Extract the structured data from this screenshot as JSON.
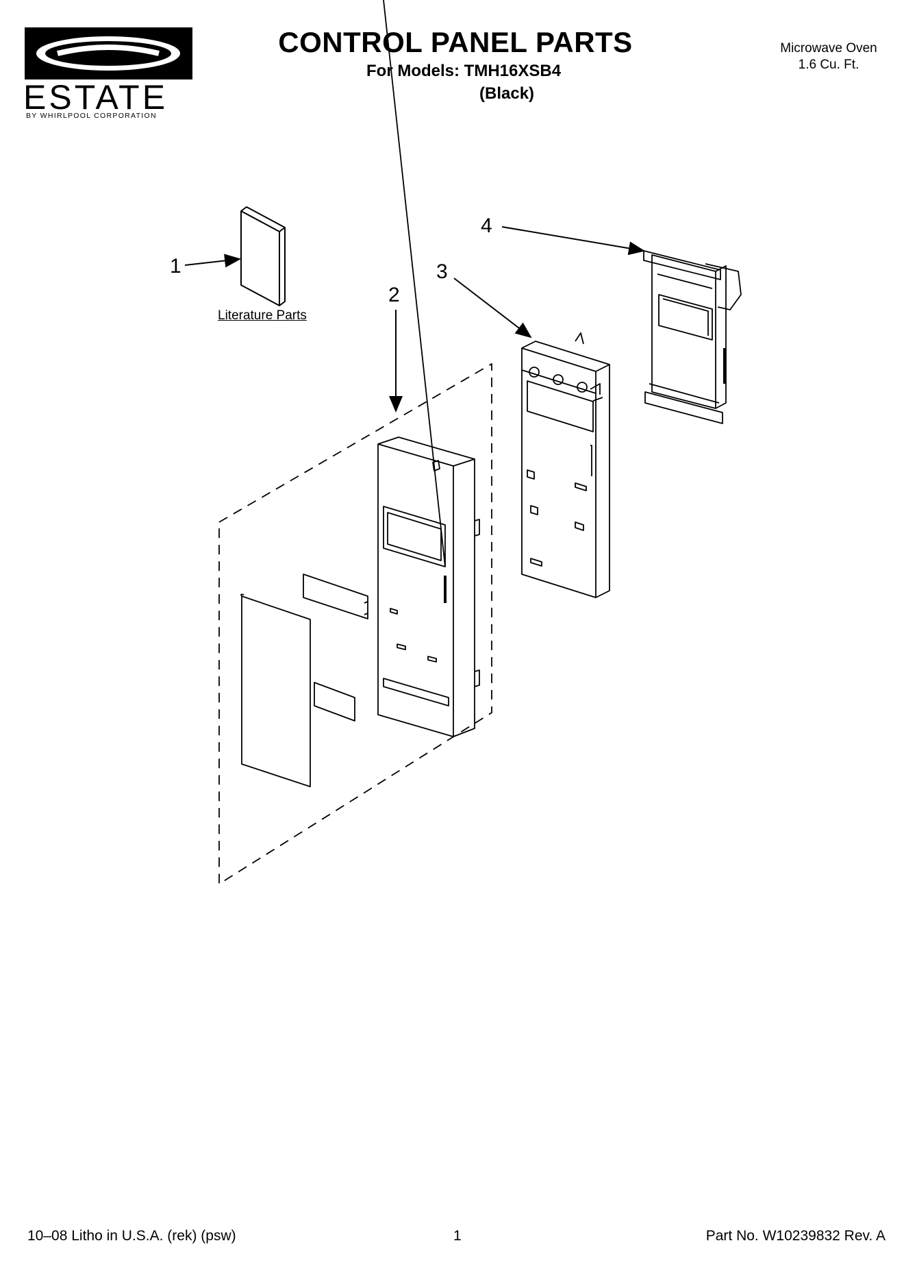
{
  "brand": {
    "name": "ESTATE",
    "subtitle": "BY WHIRLPOOL CORPORATION"
  },
  "header": {
    "title": "CONTROL PANEL PARTS",
    "models_line": "For Models: TMH16XSB4",
    "color": "(Black)",
    "appliance_type": "Microwave Oven",
    "appliance_size": "1.6 Cu. Ft."
  },
  "diagram": {
    "callouts": [
      "1",
      "2",
      "3",
      "4"
    ],
    "literature_label": "Literature Parts"
  },
  "footer": {
    "left": "10–08 Litho in U.S.A. (rek) (psw)",
    "page": "1",
    "right": "Part No. W10239832 Rev. A"
  }
}
